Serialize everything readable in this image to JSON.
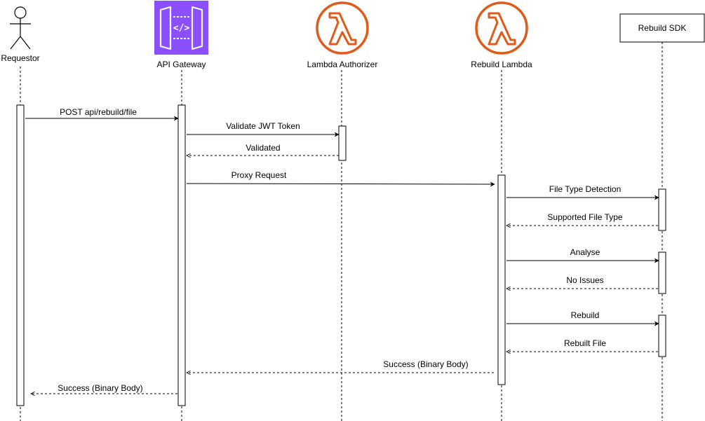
{
  "participants": {
    "requestor": {
      "label": "Requestor",
      "icon": "actor-icon"
    },
    "api_gateway": {
      "label": "API Gateway",
      "icon": "api-gateway-icon",
      "color": "#8C4FFF"
    },
    "lambda_authorizer": {
      "label": "Lambda Authorizer",
      "icon": "lambda-icon",
      "color": "#E05A19"
    },
    "rebuild_lambda": {
      "label": "Rebuild Lambda",
      "icon": "lambda-icon",
      "color": "#E05A19"
    },
    "rebuild_sdk": {
      "label": "Rebuild SDK"
    }
  },
  "messages": [
    {
      "label": "POST api/rebuild/file",
      "style": "solid"
    },
    {
      "label": "Validate JWT Token",
      "style": "solid"
    },
    {
      "label": "Validated",
      "style": "dashed"
    },
    {
      "label": "Proxy Request",
      "style": "solid"
    },
    {
      "label": "File Type Detection",
      "style": "solid"
    },
    {
      "label": "Supported File Type",
      "style": "dashed"
    },
    {
      "label": "Analyse",
      "style": "solid"
    },
    {
      "label": "No Issues",
      "style": "dashed"
    },
    {
      "label": "Rebuild",
      "style": "solid"
    },
    {
      "label": "Rebuilt File",
      "style": "dashed"
    },
    {
      "label": "Success (Binary Body)",
      "style": "dashed"
    },
    {
      "label": "Success (Binary Body)",
      "style": "dashed"
    }
  ]
}
